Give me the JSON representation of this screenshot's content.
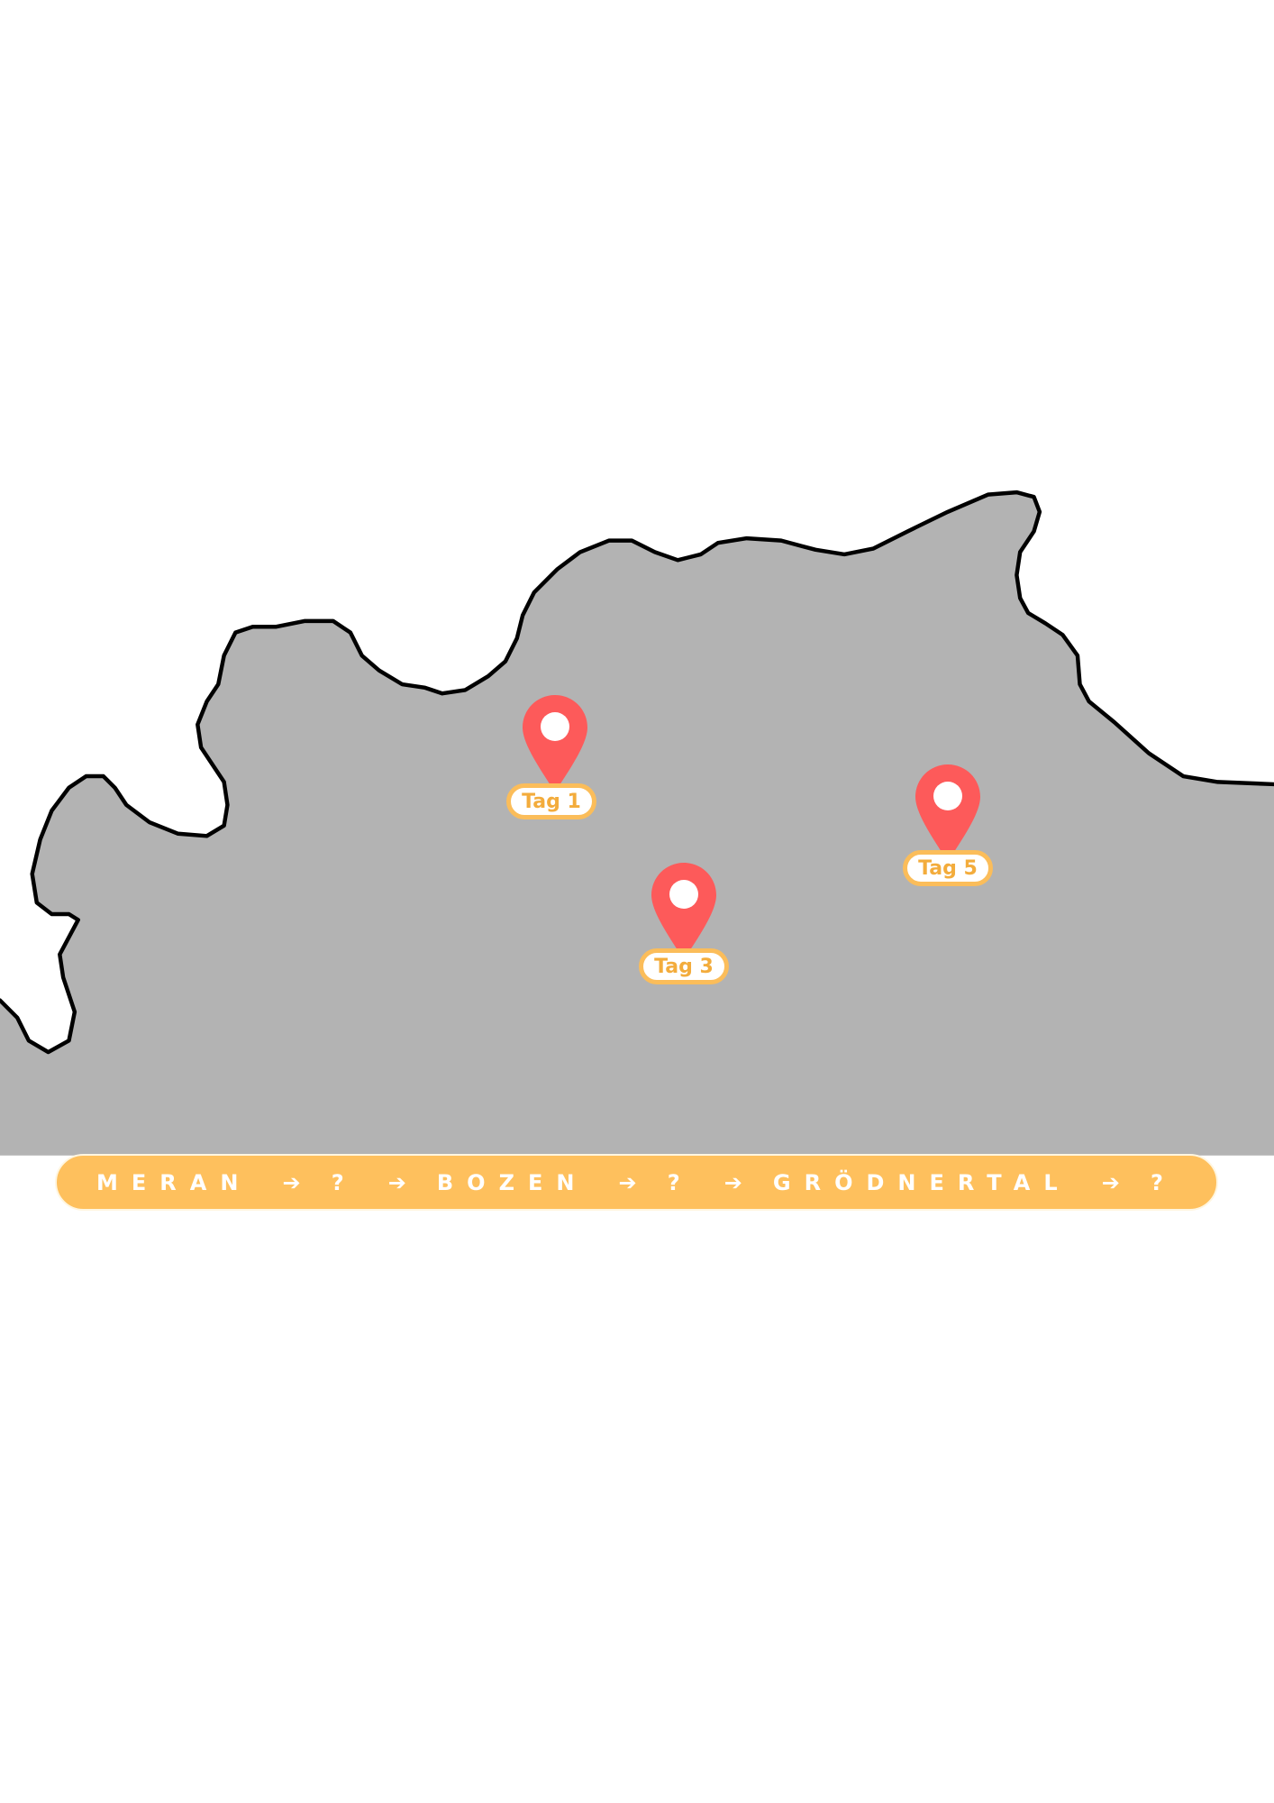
{
  "colors": {
    "land": "#b3b3b3",
    "outline": "#000000",
    "pin": "#fd5a5a",
    "tag_border": "#fbbd5a",
    "banner": "#fec05d"
  },
  "markers": [
    {
      "label": "Tag 1"
    },
    {
      "label": "Tag 3"
    },
    {
      "label": "Tag 5"
    }
  ],
  "route": {
    "stops": [
      "MERAN",
      "?",
      "BOZEN",
      "?",
      "GRÖDNERTAL",
      "?"
    ],
    "arrow": "➔"
  }
}
